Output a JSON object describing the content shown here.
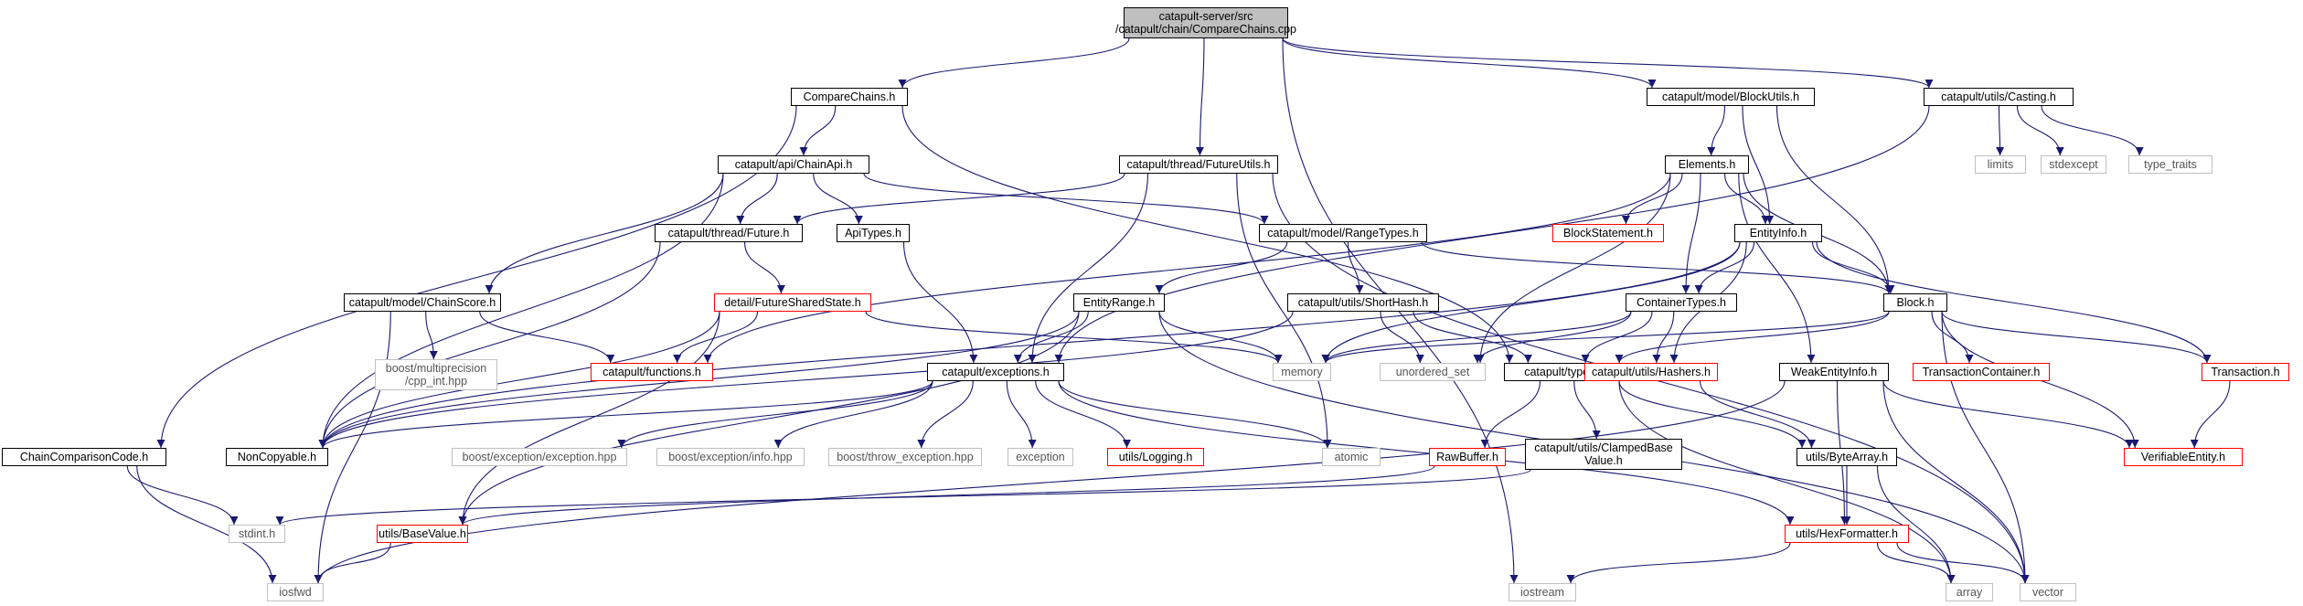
{
  "colors": {
    "edge": "#191970",
    "root_fill": "#bfbfbf",
    "truncated_border": "#ff0000",
    "external_border": "#c0c0c0"
  },
  "nodes": {
    "root": "catapult-server/src\n/catapult/chain/CompareChains.cpp",
    "compare_chains_h": "CompareChains.h",
    "chain_api_h": "catapult/api/ChainApi.h",
    "chain_comparison_code_h": "ChainComparisonCode.h",
    "future_h": "catapult/thread/Future.h",
    "api_types_h": "ApiTypes.h",
    "chain_score_h": "catapult/model/ChainScore.h",
    "future_shared_state_h": "detail/FutureSharedState.h",
    "cpp_int_hpp": "boost/multiprecision\n/cpp_int.hpp",
    "functions_h": "catapult/functions.h",
    "noncopyable_h": "NonCopyable.h",
    "stdint_h": "stdint.h",
    "iosfwd": "iosfwd",
    "base_value_h": "utils/BaseValue.h",
    "future_utils_h": "catapult/thread/FutureUtils.h",
    "range_types_h": "catapult/model/RangeTypes.h",
    "entity_range_h": "EntityRange.h",
    "short_hash_h": "catapult/utils/ShortHash.h",
    "exceptions_h": "catapult/exceptions.h",
    "memory": "memory",
    "exception_hpp": "boost/exception/exception.hpp",
    "info_hpp": "boost/exception/info.hpp",
    "throw_exception_hpp": "boost/throw_exception.hpp",
    "exception": "exception",
    "logging_h": "utils/Logging.h",
    "atomic": "atomic",
    "block_utils_h": "catapult/model/BlockUtils.h",
    "elements_h": "Elements.h",
    "block_statement_h": "BlockStatement.h",
    "entity_info_h": "EntityInfo.h",
    "container_types_h": "ContainerTypes.h",
    "unordered_set": "unordered_set",
    "types_h": "catapult/types.h",
    "raw_buffer_h": "RawBuffer.h",
    "clamped_base_value_h": "catapult/utils/ClampedBase\nValue.h",
    "hashers_h": "catapult/utils/Hashers.h",
    "byte_array_h": "utils/ByteArray.h",
    "hex_formatter_h": "utils/HexFormatter.h",
    "iostream": "iostream",
    "array": "array",
    "vector": "vector",
    "weak_entity_info_h": "WeakEntityInfo.h",
    "block_h": "Block.h",
    "transaction_container_h": "TransactionContainer.h",
    "transaction_h": "Transaction.h",
    "verifiable_entity_h": "VerifiableEntity.h",
    "casting_h": "catapult/utils/Casting.h",
    "limits": "limits",
    "stdexcept": "stdexcept",
    "type_traits": "type_traits"
  },
  "kinds": {
    "root": "root",
    "compare_chains_h": "local",
    "chain_api_h": "local",
    "chain_comparison_code_h": "local",
    "future_h": "local",
    "api_types_h": "local",
    "chain_score_h": "local",
    "future_shared_state_h": "truncated",
    "cpp_int_hpp": "external",
    "functions_h": "truncated",
    "noncopyable_h": "local",
    "stdint_h": "external",
    "iosfwd": "external",
    "base_value_h": "truncated",
    "future_utils_h": "local",
    "range_types_h": "local",
    "entity_range_h": "local",
    "short_hash_h": "local",
    "exceptions_h": "local",
    "memory": "external",
    "exception_hpp": "external",
    "info_hpp": "external",
    "throw_exception_hpp": "external",
    "exception": "external",
    "logging_h": "truncated",
    "atomic": "external",
    "block_utils_h": "local",
    "elements_h": "local",
    "block_statement_h": "truncated",
    "entity_info_h": "local",
    "container_types_h": "local",
    "unordered_set": "external",
    "types_h": "local",
    "raw_buffer_h": "truncated",
    "clamped_base_value_h": "local",
    "hashers_h": "truncated",
    "byte_array_h": "local",
    "hex_formatter_h": "truncated",
    "iostream": "external",
    "array": "external",
    "vector": "external",
    "weak_entity_info_h": "local",
    "block_h": "local",
    "transaction_container_h": "truncated",
    "transaction_h": "truncated",
    "verifiable_entity_h": "truncated",
    "casting_h": "local",
    "limits": "external",
    "stdexcept": "external",
    "type_traits": "external"
  },
  "edges": [
    [
      "root",
      "compare_chains_h"
    ],
    [
      "root",
      "future_utils_h"
    ],
    [
      "root",
      "block_utils_h"
    ],
    [
      "root",
      "casting_h"
    ],
    [
      "root",
      "iostream"
    ],
    [
      "compare_chains_h",
      "chain_api_h"
    ],
    [
      "compare_chains_h",
      "chain_comparison_code_h"
    ],
    [
      "compare_chains_h",
      "types_h"
    ],
    [
      "chain_api_h",
      "future_h"
    ],
    [
      "chain_api_h",
      "api_types_h"
    ],
    [
      "chain_api_h",
      "chain_score_h"
    ],
    [
      "chain_api_h",
      "range_types_h"
    ],
    [
      "chain_api_h",
      "noncopyable_h"
    ],
    [
      "chain_comparison_code_h",
      "stdint_h"
    ],
    [
      "chain_comparison_code_h",
      "iosfwd"
    ],
    [
      "future_h",
      "future_shared_state_h"
    ],
    [
      "future_h",
      "noncopyable_h"
    ],
    [
      "future_shared_state_h",
      "functions_h"
    ],
    [
      "future_shared_state_h",
      "memory"
    ],
    [
      "future_shared_state_h",
      "noncopyable_h"
    ],
    [
      "future_shared_state_h",
      "base_value_h"
    ],
    [
      "api_types_h",
      "exceptions_h"
    ],
    [
      "chain_score_h",
      "cpp_int_hpp"
    ],
    [
      "chain_score_h",
      "functions_h"
    ],
    [
      "chain_score_h",
      "iosfwd"
    ],
    [
      "future_utils_h",
      "future_h"
    ],
    [
      "future_utils_h",
      "exceptions_h"
    ],
    [
      "future_utils_h",
      "atomic"
    ],
    [
      "future_utils_h",
      "vector"
    ],
    [
      "range_types_h",
      "entity_range_h"
    ],
    [
      "range_types_h",
      "short_hash_h"
    ],
    [
      "range_types_h",
      "block_h"
    ],
    [
      "entity_range_h",
      "exceptions_h"
    ],
    [
      "entity_range_h",
      "memory"
    ],
    [
      "entity_range_h",
      "noncopyable_h"
    ],
    [
      "entity_range_h",
      "base_value_h"
    ],
    [
      "entity_range_h",
      "vector"
    ],
    [
      "short_hash_h",
      "types_h"
    ],
    [
      "short_hash_h",
      "unordered_set"
    ],
    [
      "short_hash_h",
      "noncopyable_h"
    ],
    [
      "exceptions_h",
      "noncopyable_h"
    ],
    [
      "exceptions_h",
      "exception_hpp"
    ],
    [
      "exceptions_h",
      "info_hpp"
    ],
    [
      "exceptions_h",
      "throw_exception_hpp"
    ],
    [
      "exceptions_h",
      "exception"
    ],
    [
      "exceptions_h",
      "logging_h"
    ],
    [
      "exceptions_h",
      "atomic"
    ],
    [
      "exceptions_h",
      "hex_formatter_h"
    ],
    [
      "block_utils_h",
      "elements_h"
    ],
    [
      "block_utils_h",
      "entity_info_h"
    ],
    [
      "block_utils_h",
      "block_h"
    ],
    [
      "elements_h",
      "block_statement_h"
    ],
    [
      "elements_h",
      "entity_info_h"
    ],
    [
      "elements_h",
      "container_types_h"
    ],
    [
      "elements_h",
      "weak_entity_info_h"
    ],
    [
      "elements_h",
      "block_h"
    ],
    [
      "elements_h",
      "unordered_set"
    ],
    [
      "elements_h",
      "functions_h"
    ],
    [
      "entity_info_h",
      "container_types_h"
    ],
    [
      "entity_info_h",
      "block_h"
    ],
    [
      "entity_info_h",
      "hashers_h"
    ],
    [
      "entity_info_h",
      "transaction_h"
    ],
    [
      "entity_info_h",
      "memory"
    ],
    [
      "entity_info_h",
      "noncopyable_h"
    ],
    [
      "container_types_h",
      "types_h"
    ],
    [
      "container_types_h",
      "hashers_h"
    ],
    [
      "container_types_h",
      "memory"
    ],
    [
      "container_types_h",
      "unordered_set"
    ],
    [
      "types_h",
      "raw_buffer_h"
    ],
    [
      "types_h",
      "clamped_base_value_h"
    ],
    [
      "types_h",
      "byte_array_h"
    ],
    [
      "types_h",
      "array"
    ],
    [
      "raw_buffer_h",
      "base_value_h"
    ],
    [
      "clamped_base_value_h",
      "stdint_h"
    ],
    [
      "hashers_h",
      "byte_array_h"
    ],
    [
      "byte_array_h",
      "hex_formatter_h"
    ],
    [
      "byte_array_h",
      "array"
    ],
    [
      "hex_formatter_h",
      "iostream"
    ],
    [
      "hex_formatter_h",
      "array"
    ],
    [
      "hex_formatter_h",
      "vector"
    ],
    [
      "base_value_h",
      "iosfwd"
    ],
    [
      "weak_entity_info_h",
      "hex_formatter_h"
    ],
    [
      "weak_entity_info_h",
      "verifiable_entity_h"
    ],
    [
      "weak_entity_info_h",
      "vector"
    ],
    [
      "weak_entity_info_h",
      "iosfwd"
    ],
    [
      "block_h",
      "types_h"
    ],
    [
      "block_h",
      "memory"
    ],
    [
      "block_h",
      "transaction_container_h"
    ],
    [
      "block_h",
      "transaction_h"
    ],
    [
      "block_h",
      "verifiable_entity_h"
    ],
    [
      "block_h",
      "vector"
    ],
    [
      "transaction_h",
      "verifiable_entity_h"
    ],
    [
      "casting_h",
      "limits"
    ],
    [
      "casting_h",
      "stdexcept"
    ],
    [
      "casting_h",
      "type_traits"
    ],
    [
      "casting_h",
      "exceptions_h"
    ]
  ]
}
